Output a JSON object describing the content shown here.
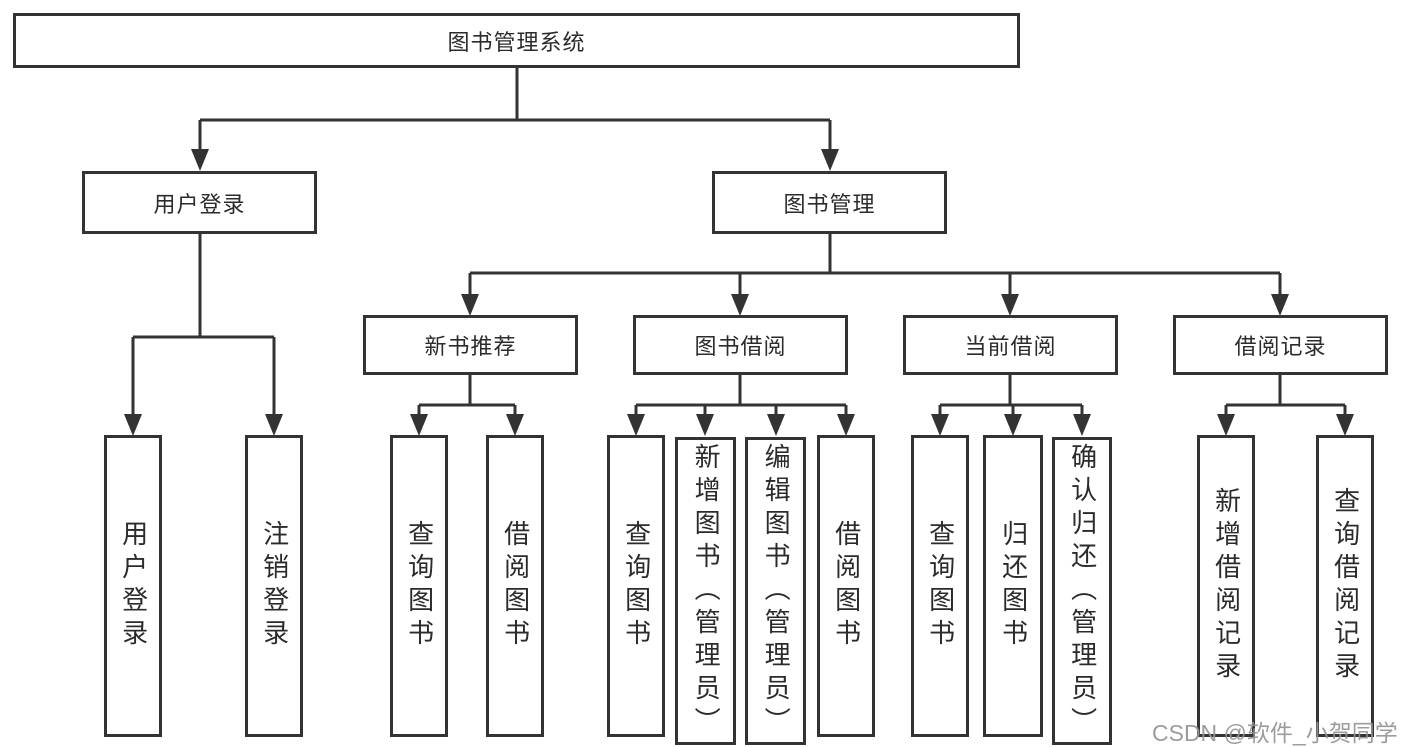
{
  "diagram": {
    "title": "图书管理系统",
    "colors": {
      "line": "#333333",
      "text": "#2b2b2b",
      "background": "#ffffff",
      "watermark": "#949494"
    },
    "nodes": {
      "root": {
        "label": "图书管理系统"
      },
      "user_login": {
        "label": "用户登录"
      },
      "book_mgmt": {
        "label": "图书管理"
      },
      "new_book_rec": {
        "label": "新书推荐"
      },
      "book_borrow": {
        "label": "图书借阅"
      },
      "current_borrow": {
        "label": "当前借阅"
      },
      "borrow_record": {
        "label": "借阅记录"
      },
      "leaf_login": {
        "label": "用户登录"
      },
      "leaf_logout": {
        "label": "注销登录"
      },
      "rec_query": {
        "label": "查询图书"
      },
      "rec_borrow": {
        "label": "借阅图书"
      },
      "bb_query": {
        "label": "查询图书"
      },
      "bb_add": {
        "label": "新增图书（管理员）"
      },
      "bb_edit": {
        "label": "编辑图书（管理员）"
      },
      "bb_borrow": {
        "label": "借阅图书"
      },
      "cb_query": {
        "label": "查询图书"
      },
      "cb_return": {
        "label": "归还图书"
      },
      "cb_confirm": {
        "label": "确认归还（管理员）"
      },
      "br_add": {
        "label": "新增借阅记录"
      },
      "br_query": {
        "label": "查询借阅记录"
      }
    },
    "watermark": {
      "text": "CSDN @软件_小贺同学"
    }
  }
}
